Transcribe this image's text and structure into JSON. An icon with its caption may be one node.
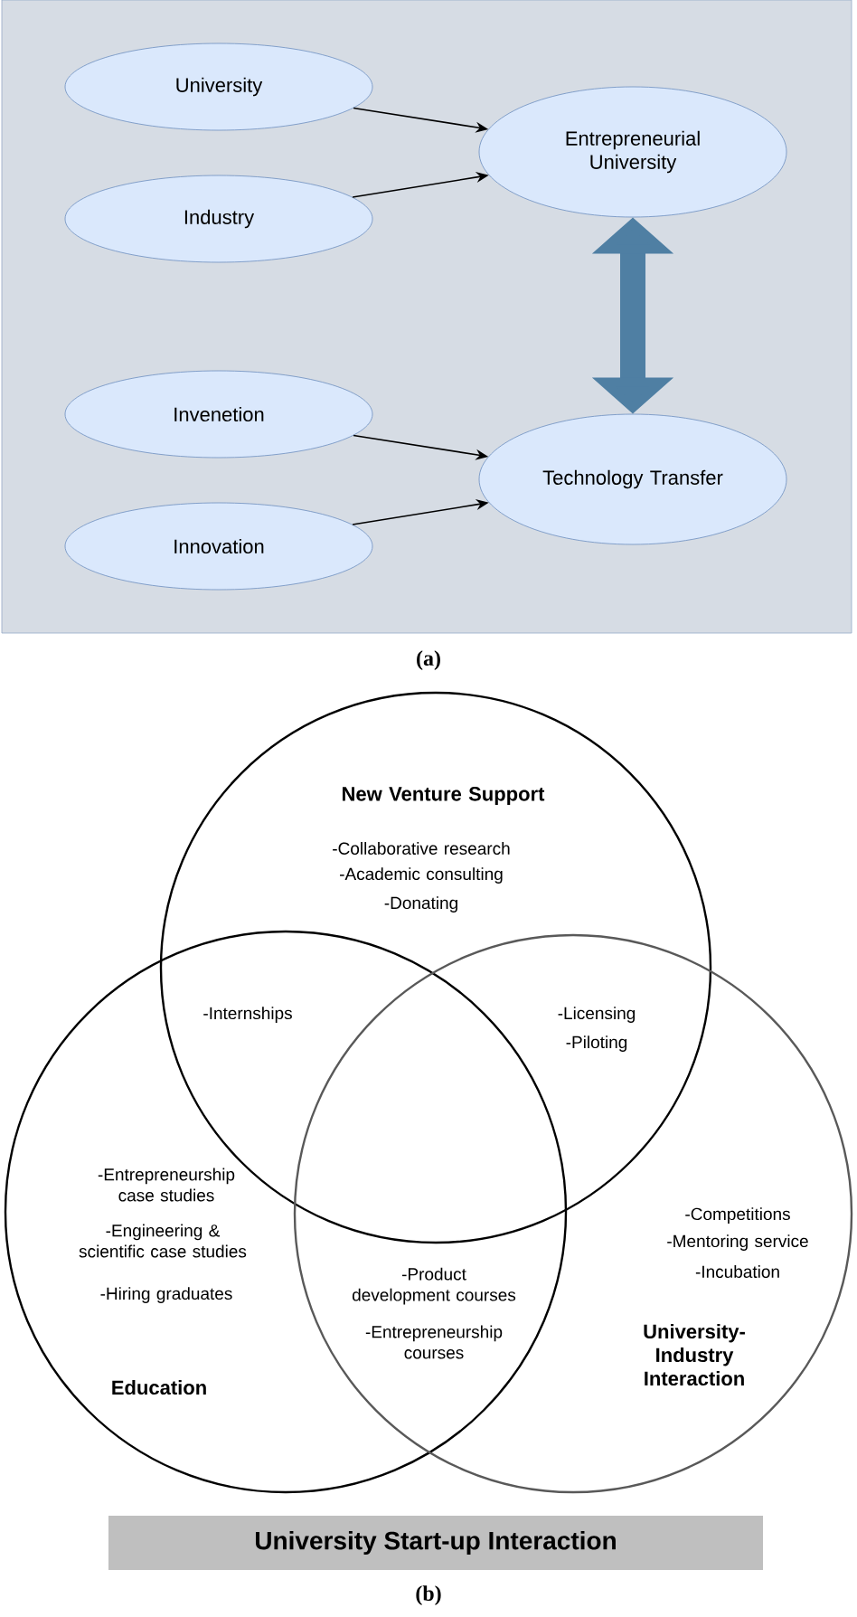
{
  "diagram": {
    "nodes": [
      {
        "text": [
          "University"
        ]
      },
      {
        "text": [
          "Industry"
        ]
      },
      {
        "text": [
          "Entrepreneurial University"
        ]
      },
      {
        "text": [
          "Invenetion"
        ]
      },
      {
        "text": [
          "Innovation"
        ]
      },
      {
        "text": [
          "Technology Transfer"
        ]
      },
      {
        "text": [
          "New Venture Support",
          "-Collaborative research",
          "-Academic consulting",
          "-Donating"
        ]
      },
      {
        "text": [
          "-Entrepreneurship case studies",
          "-Engineering & scientific case studies",
          "-Hiring graduates",
          "Education"
        ]
      },
      {
        "text": [
          "-Competitions",
          "-Mentoring service",
          "-Incubation",
          "University- Industry Interaction"
        ]
      },
      {
        "text": [
          "University Start-up Interaction"
        ]
      }
    ],
    "edges": [
      {
        "from": 0,
        "to": 2,
        "arrow": "to"
      },
      {
        "from": 1,
        "to": 2,
        "arrow": "to"
      },
      {
        "from": 3,
        "to": 5,
        "arrow": "to"
      },
      {
        "from": 4,
        "to": 5,
        "arrow": "to"
      },
      {
        "from": 2,
        "to": 5,
        "arrow": "both",
        "style": "thick",
        "color": "#4f7fa3"
      }
    ],
    "labels": [
      "(a)",
      "-Internships",
      "-Licensing",
      "-Piloting",
      "-Product development courses",
      "-Entrepreneurship courses",
      "(b)"
    ]
  }
}
